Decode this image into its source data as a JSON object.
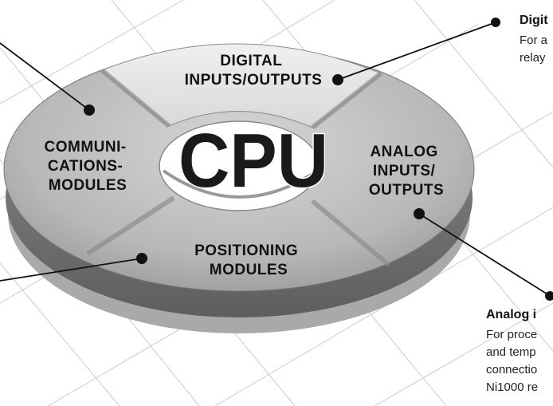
{
  "center": {
    "label": "CPU"
  },
  "segments": {
    "digital": {
      "lines": [
        "DIGITAL",
        "INPUTS/OUTPUTS"
      ]
    },
    "analog": {
      "lines": [
        "ANALOG",
        "INPUTS/",
        "OUTPUTS"
      ]
    },
    "positioning": {
      "lines": [
        "POSITIONING",
        "MODULES"
      ]
    },
    "communications": {
      "lines": [
        "COMMUNI-",
        "CATIONS-",
        "MODULES"
      ]
    }
  },
  "callouts": {
    "digital": {
      "title": "Digit",
      "lines": [
        "For a",
        "relay"
      ]
    },
    "analog": {
      "title": "Analog i",
      "lines": [
        "For proce",
        "and temp",
        "connectio",
        "Ni1000 re"
      ]
    }
  },
  "colors": {
    "ring_fill": "#bdbdbd",
    "digital_segment": "#e2e2e2",
    "ring_shadow": "#7a7a7a",
    "grid_lines": "#c8c8c8"
  }
}
